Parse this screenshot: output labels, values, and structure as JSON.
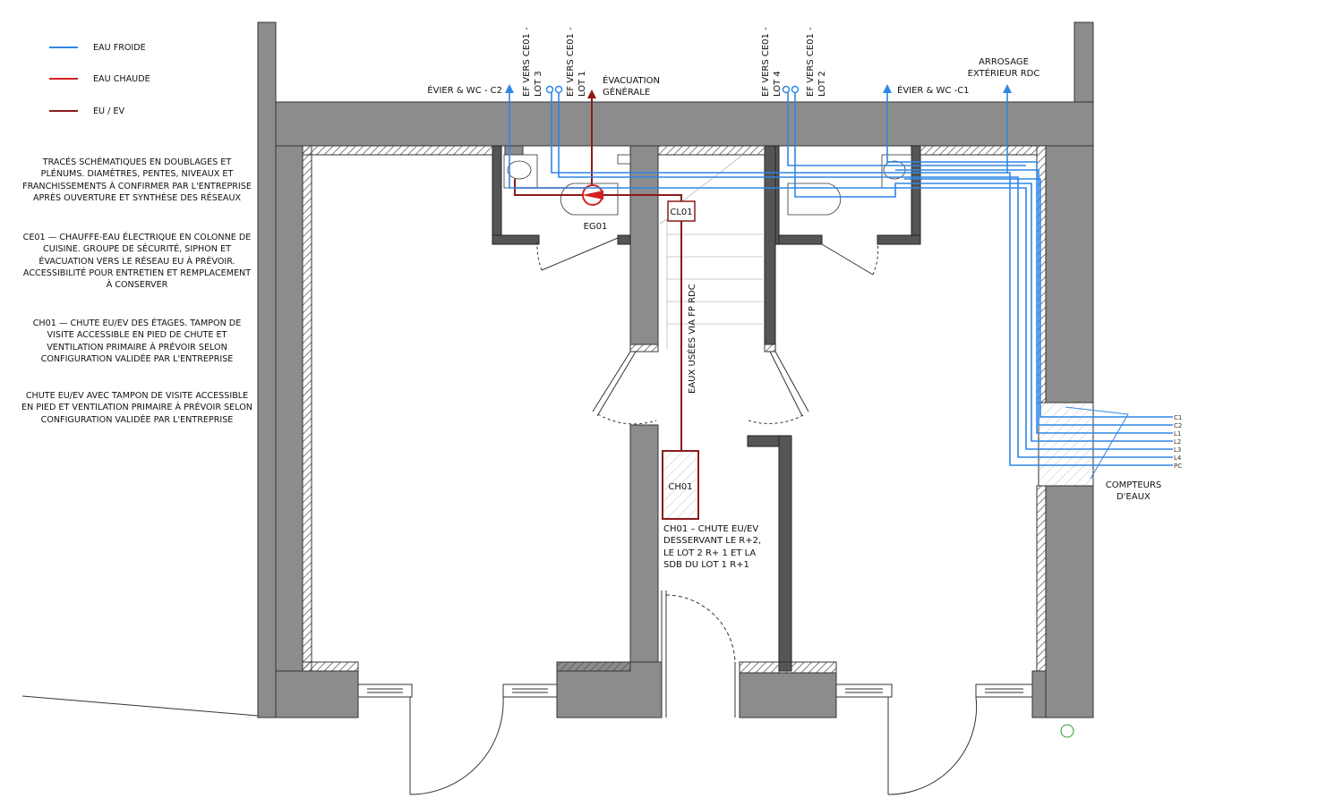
{
  "legend": [
    {
      "label": "EAU FROIDE",
      "color": "#2f86e6"
    },
    {
      "label": "EAU CHAUDE",
      "color": "#d42020"
    },
    {
      "label": "EU / EV",
      "color": "#8b1a1a"
    }
  ],
  "notes": [
    "TRACÉS SCHÉMATIQUES EN DOUBLAGES ET PLÉNUMS. DIAMÈTRES, PENTES, NIVEAUX ET FRANCHISSEMENTS À CONFIRMER PAR L'ENTREPRISE APRÈS OUVERTURE ET SYNTHÈSE DES RÉSEAUX",
    "CE01 — CHAUFFE-EAU ÉLECTRIQUE EN COLONNE DE CUISINE. GROUPE DE SÉCURITÉ, SIPHON ET ÉVACUATION VERS LE RÉSEAU EU À PRÉVOIR. ACCESSIBILITÉ POUR ENTRETIEN ET REMPLACEMENT À CONSERVER",
    "CH01 — CHUTE EU/EV DES ÉTAGES. TAMPON DE VISITE ACCESSIBLE EN PIED DE CHUTE ET VENTILATION PRIMAIRE À PRÉVOIR SELON CONFIGURATION VALIDÉE PAR L'ENTREPRISE",
    "CHUTE EU/EV AVEC TAMPON DE VISITE ACCESSIBLE EN PIED ET VENTILATION PRIMAIRE À PRÉVOIR SELON CONFIGURATION VALIDÉE PAR L'ENTREPRISE"
  ],
  "labels": {
    "evier_wc_c2": "ÉVIER & WC - C2",
    "ef_ce01_lot3": [
      "EF VERS CE01 -",
      "LOT 3"
    ],
    "ef_ce01_lot1": [
      "EF VERS CE01 -",
      "LOT 1"
    ],
    "evacuation": [
      "ÉVACUATION",
      "GÉNÉRALE"
    ],
    "ef_ce01_lot4": [
      "EF VERS CE01 -",
      "LOT 4"
    ],
    "ef_ce01_lot2": [
      "EF VERS CE01 -",
      "LOT 2"
    ],
    "evier_wc_c1": "ÉVIER & WC -C1",
    "arrosage": [
      "ARROSAGE",
      "EXTÉRIEUR RDC"
    ],
    "eg01": "EG01",
    "cl01": "CL01",
    "ch01": "CH01",
    "eaux_usees": "EAUX USÉES VIA FP RDC",
    "compteurs": [
      "COMPTEURS",
      "D'EAUX"
    ],
    "ch01_note": "CH01 – CHUTE EU/EV DESSERVANT LE R+2, LE LOT 2 R+ 1 ET LA SDB DU LOT 1 R+1"
  },
  "meters": [
    "C1",
    "C2",
    "L1",
    "L2",
    "L3",
    "L4",
    "PC"
  ],
  "colors": {
    "wall": "#8c8c8c",
    "wall_dark": "#555555",
    "cold": "#2f86e6",
    "hot": "#d42020",
    "waste": "#8b1a1a"
  }
}
